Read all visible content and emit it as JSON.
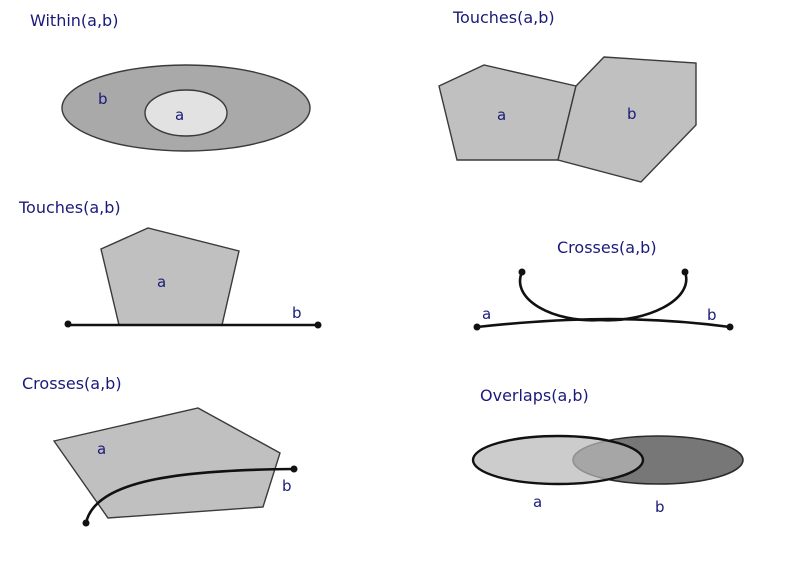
{
  "panels": [
    {
      "title": "Within(a,b)",
      "a": "a",
      "b": "b"
    },
    {
      "title": "Touches(a,b)",
      "a": "a",
      "b": "b"
    },
    {
      "title": "Touches(a,b)",
      "a": "a",
      "b": "b"
    },
    {
      "title": "Crosses(a,b)",
      "a": "a",
      "b": "b"
    },
    {
      "title": "Crosses(a,b)",
      "a": "a",
      "b": "b"
    },
    {
      "title": "Overlaps(a,b)",
      "a": "a",
      "b": "b"
    }
  ]
}
